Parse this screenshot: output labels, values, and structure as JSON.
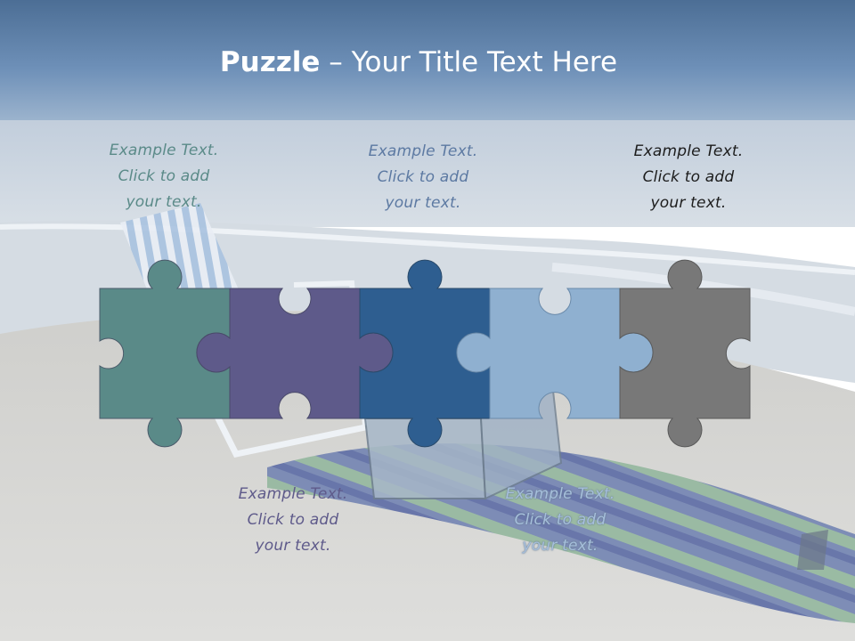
{
  "slide": {
    "title_bold": "Puzzle",
    "title_rest": " – Your Title Text Here"
  },
  "captions": [
    {
      "line1": "Example Text.",
      "line2": "Click  to add",
      "line3": "your text."
    },
    {
      "line1": "Example Text.",
      "line2": "Click  to add",
      "line3": "your text."
    },
    {
      "line1": "Example Text.",
      "line2": "Click  to add",
      "line3": "your text."
    },
    {
      "line1": "Example Text.",
      "line2": "Click  to add",
      "line3": "your text."
    },
    {
      "line1": "Example Text.",
      "line2": "Click  to add",
      "line3": "your text."
    }
  ],
  "pieces": [
    {
      "color": "#5a8a88"
    },
    {
      "color": "#5e5a8a"
    },
    {
      "color": "#2e5e90"
    },
    {
      "color": "#8fb0d0"
    },
    {
      "color": "#787878"
    }
  ]
}
